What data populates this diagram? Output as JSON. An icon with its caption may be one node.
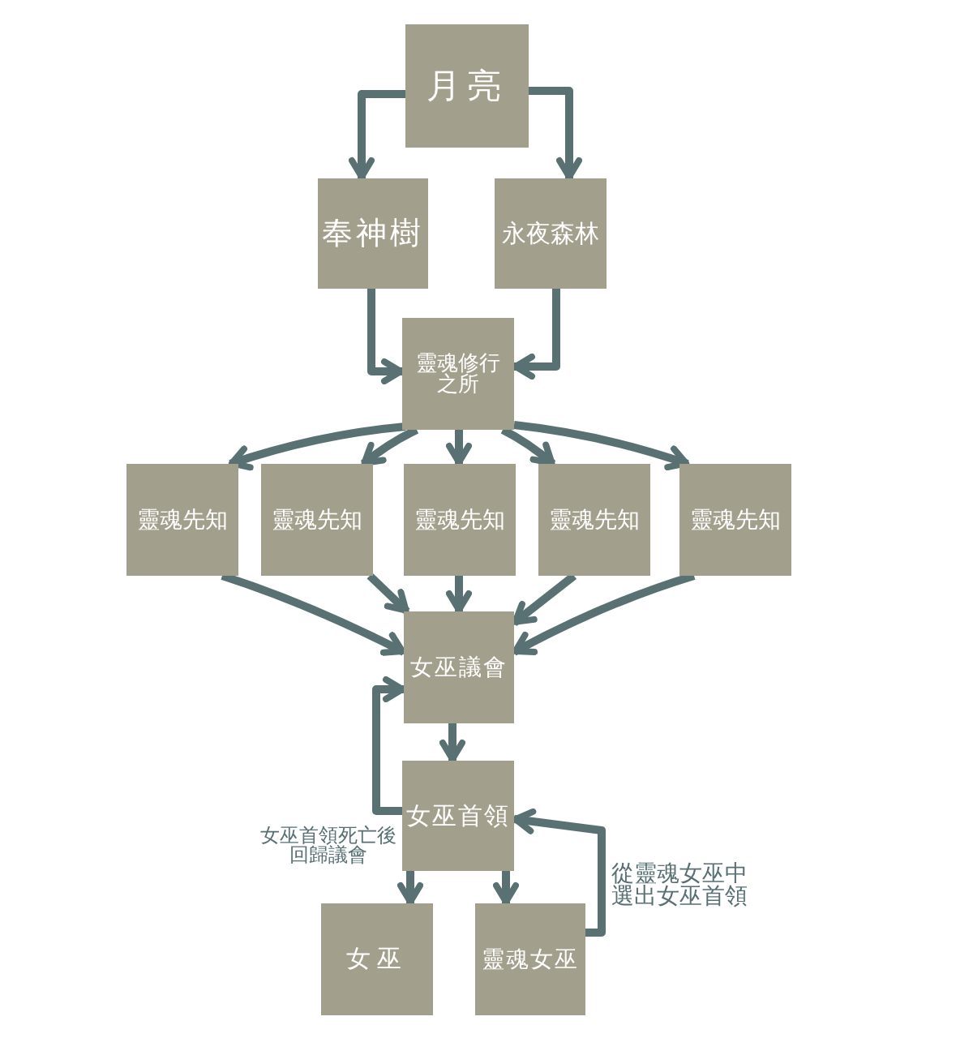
{
  "diagram": {
    "nodes": [
      {
        "text": [
          "月亮"
        ]
      },
      {
        "text": [
          "奉神樹"
        ]
      },
      {
        "text": [
          "永夜森林"
        ]
      },
      {
        "text": [
          "靈魂修行之所"
        ]
      },
      {
        "text": [
          "靈魂先知"
        ]
      },
      {
        "text": [
          "靈魂先知"
        ]
      },
      {
        "text": [
          "靈魂先知"
        ]
      },
      {
        "text": [
          "靈魂先知"
        ]
      },
      {
        "text": [
          "靈魂先知"
        ]
      },
      {
        "text": [
          "女巫議會"
        ]
      },
      {
        "text": [
          "女巫首領"
        ]
      },
      {
        "text": [
          "女巫"
        ]
      },
      {
        "text": [
          "靈魂女巫"
        ]
      }
    ],
    "edges": [
      {
        "from": 0,
        "to": 1,
        "arrow": "to"
      },
      {
        "from": 0,
        "to": 2,
        "arrow": "to"
      },
      {
        "from": 1,
        "to": 3,
        "arrow": "to"
      },
      {
        "from": 2,
        "to": 3,
        "arrow": "to"
      },
      {
        "from": 3,
        "to": 4,
        "arrow": "to"
      },
      {
        "from": 3,
        "to": 5,
        "arrow": "to"
      },
      {
        "from": 3,
        "to": 6,
        "arrow": "to"
      },
      {
        "from": 3,
        "to": 7,
        "arrow": "to"
      },
      {
        "from": 3,
        "to": 8,
        "arrow": "to"
      },
      {
        "from": 4,
        "to": 9,
        "arrow": "to"
      },
      {
        "from": 5,
        "to": 9,
        "arrow": "to"
      },
      {
        "from": 6,
        "to": 9,
        "arrow": "to"
      },
      {
        "from": 7,
        "to": 9,
        "arrow": "to"
      },
      {
        "from": 8,
        "to": 9,
        "arrow": "to"
      },
      {
        "from": 9,
        "to": 10,
        "arrow": "to"
      },
      {
        "from": 10,
        "to": 9,
        "arrow": "to",
        "label": "女巫首領死亡後回歸議會"
      },
      {
        "from": 10,
        "to": 11,
        "arrow": "to"
      },
      {
        "from": 10,
        "to": 12,
        "arrow": "to"
      },
      {
        "from": 12,
        "to": 10,
        "arrow": "to",
        "label": "從靈魂女巫中選出女巫首領"
      }
    ]
  }
}
